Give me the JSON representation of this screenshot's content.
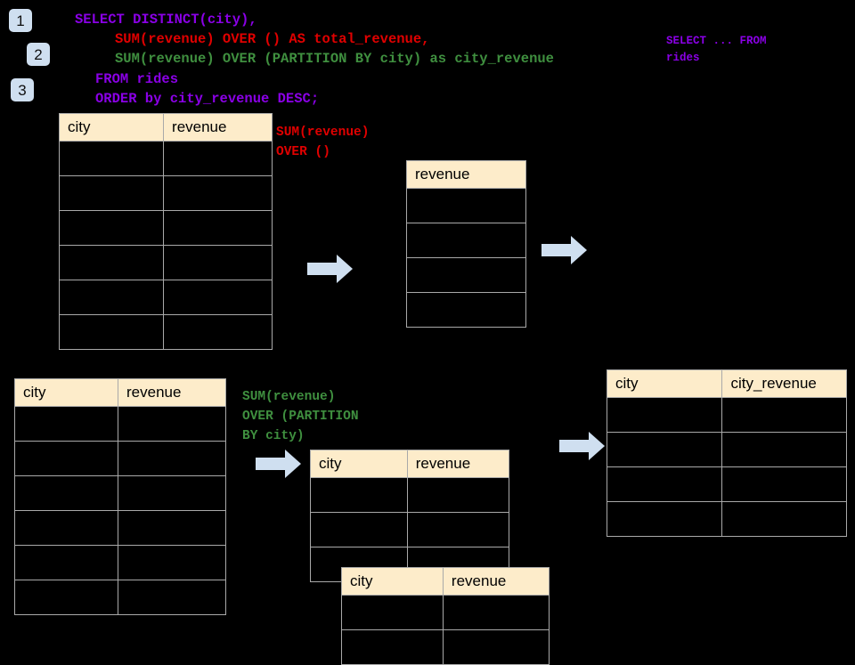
{
  "slide": {
    "background": "#000000",
    "accent_header": "#fdecca",
    "badge_color": "#cfdff0",
    "arrow_color": "#cfdff0"
  },
  "badges": [
    {
      "id": 1,
      "label": "1"
    },
    {
      "id": 2,
      "label": "2"
    },
    {
      "id": 3,
      "label": "3"
    }
  ],
  "query": {
    "line1": "SELECT DISTINCT(city),",
    "line2": "SUM(revenue) OVER () AS total_revenue,",
    "line3": "SUM(revenue) OVER (PARTITION BY city) as city_revenue",
    "line4": "FROM rides",
    "line5": "ORDER by city_revenue DESC;",
    "colors": {
      "line1": "#8a00e6",
      "line2": "#e00000",
      "line3": "#3f8f3f",
      "line4": "#8a00e6",
      "line5": "#8a00e6"
    }
  },
  "annotations": {
    "source_note": "SELECT ... FROM\nrides",
    "total_revenue_note": "SUM(revenue)\nOVER ()",
    "city_revenue_note": "SUM(revenue)\nOVER (PARTITION\nBY city)"
  },
  "tables": {
    "rides_top": {
      "name": "rides-source-table-top",
      "columns": [
        "city",
        "revenue"
      ],
      "row_count": 6,
      "rows": [
        [
          "",
          ""
        ],
        [
          "",
          ""
        ],
        [
          "",
          ""
        ],
        [
          "",
          ""
        ],
        [
          "",
          ""
        ],
        [
          "",
          ""
        ]
      ]
    },
    "total_revenue": {
      "name": "total-revenue-table",
      "columns": [
        "revenue"
      ],
      "row_count": 4,
      "rows": [
        [
          ""
        ],
        [
          ""
        ],
        [
          ""
        ],
        [
          ""
        ]
      ]
    },
    "rides_bottom": {
      "name": "rides-source-table-bottom",
      "columns": [
        "city",
        "revenue"
      ],
      "row_count": 6,
      "rows": [
        [
          "",
          ""
        ],
        [
          "",
          ""
        ],
        [
          "",
          ""
        ],
        [
          "",
          ""
        ],
        [
          "",
          ""
        ],
        [
          "",
          ""
        ]
      ]
    },
    "partition_back": {
      "name": "partition-group-table-back",
      "columns": [
        "city",
        "revenue"
      ],
      "row_count": 3,
      "rows": [
        [
          "",
          ""
        ],
        [
          "",
          ""
        ],
        [
          "",
          ""
        ]
      ]
    },
    "partition_front": {
      "name": "partition-group-table-front",
      "columns": [
        "city",
        "revenue"
      ],
      "row_count": 2,
      "rows": [
        [
          "",
          ""
        ],
        [
          "",
          ""
        ]
      ]
    },
    "result": {
      "name": "result-table",
      "columns": [
        "city",
        "city_revenue"
      ],
      "row_count": 4,
      "rows": [
        [
          "",
          ""
        ],
        [
          "",
          ""
        ],
        [
          "",
          ""
        ],
        [
          "",
          ""
        ]
      ]
    }
  },
  "arrows": [
    {
      "name": "arrow-rides-to-total-revenue"
    },
    {
      "name": "arrow-total-revenue-to-result"
    },
    {
      "name": "arrow-rides-to-partition"
    },
    {
      "name": "arrow-partition-to-result"
    }
  ]
}
